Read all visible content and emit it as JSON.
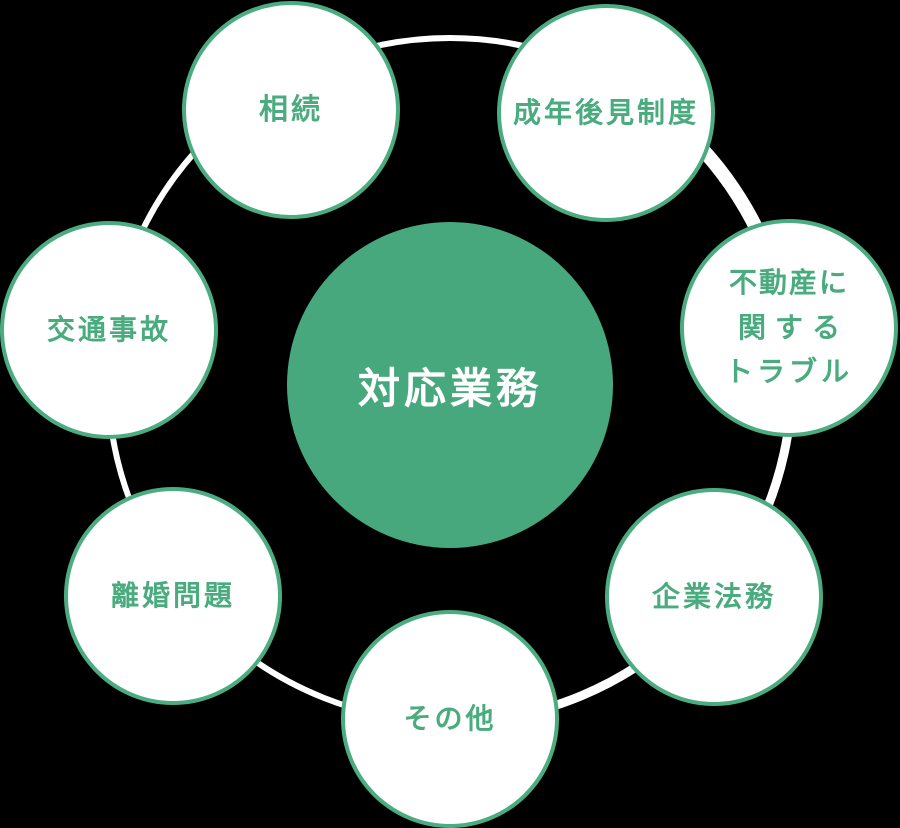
{
  "diagram": {
    "type": "radial-services-diagram",
    "center_label": "対応業務",
    "items": [
      {
        "id": "inheritance",
        "label": "相続"
      },
      {
        "id": "adult-guardianship",
        "label": "成年後見制度"
      },
      {
        "id": "real-estate-trouble",
        "label": "不動産に関するトラブル",
        "lines": [
          "不動産に",
          "関する",
          "トラブル"
        ]
      },
      {
        "id": "corporate-legal",
        "label": "企業法務"
      },
      {
        "id": "others",
        "label": "その他"
      },
      {
        "id": "divorce",
        "label": "離婚問題"
      },
      {
        "id": "traffic-accident",
        "label": "交通事故"
      }
    ],
    "colors": {
      "center_fill": "#46a87c",
      "node_border": "#4cac81",
      "node_text": "#4aab7e",
      "node_fill": "#ffffff",
      "ring": "#ffffff",
      "center_text": "#ffffff",
      "background": "#000000"
    }
  }
}
